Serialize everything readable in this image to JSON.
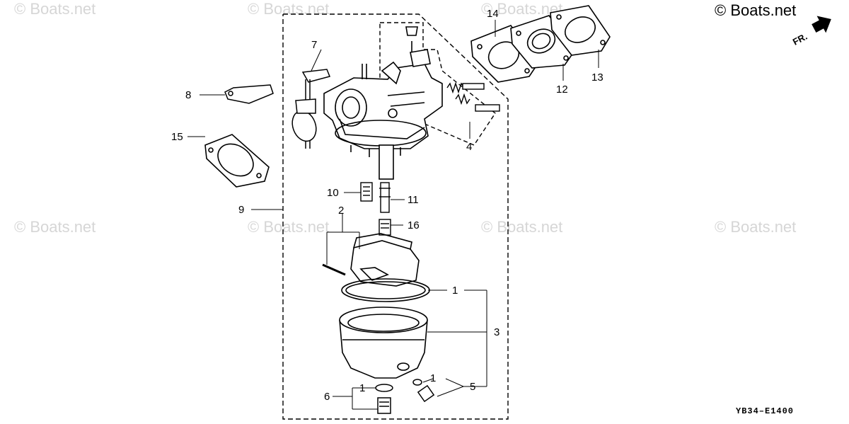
{
  "watermarks": [
    "© Boats.net",
    "© Boats.net",
    "© Boats.net",
    "© Boats.net",
    "© Boats.net",
    "© Boats.net",
    "© Boats.net"
  ],
  "copyright": "© Boats.net",
  "front_label": "FR.",
  "diagram_code": "YB34–E1400",
  "callouts": {
    "c1a": "1",
    "c1b": "1",
    "c1c": "1",
    "c2": "2",
    "c3": "3",
    "c4": "4",
    "c5": "5",
    "c6": "6",
    "c7": "7",
    "c8": "8",
    "c9": "9",
    "c10": "10",
    "c11": "11",
    "c12": "12",
    "c13": "13",
    "c14": "14",
    "c15": "15",
    "c16": "16"
  }
}
